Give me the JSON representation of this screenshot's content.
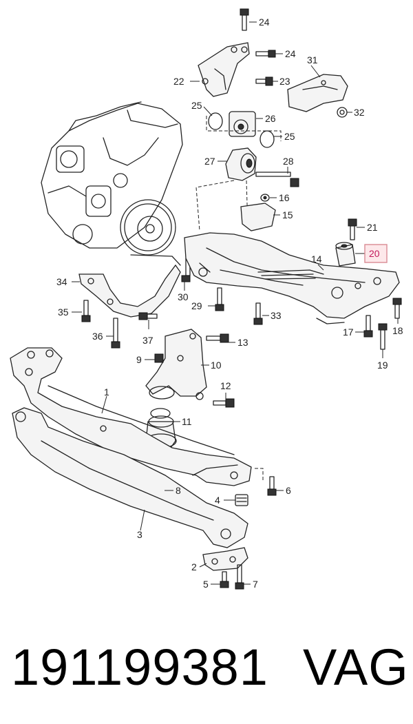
{
  "callouts": {
    "c1": "1",
    "c2": "2",
    "c3": "3",
    "c4": "4",
    "c5": "5",
    "c6": "6",
    "c7": "7",
    "c8": "8",
    "c9": "9",
    "c10": "10",
    "c11": "11",
    "c12": "12",
    "c13": "13",
    "c14": "14",
    "c15": "15",
    "c16": "16",
    "c17": "17",
    "c18": "18",
    "c19": "19",
    "c20": "20",
    "c21": "21",
    "c22": "22",
    "c23": "23",
    "c24a": "24",
    "c24b": "24",
    "c25a": "25",
    "c25b": "25",
    "c26": "26",
    "c27": "27",
    "c28": "28",
    "c29": "29",
    "c30": "30",
    "c31": "31",
    "c32": "32",
    "c33": "33",
    "c34": "34",
    "c35": "35",
    "c36": "36",
    "c37": "37"
  },
  "highlighted_callout": "20",
  "highlight_color": "#fde8ea",
  "footer": {
    "part_number": "191199381",
    "brand": "VAG"
  }
}
